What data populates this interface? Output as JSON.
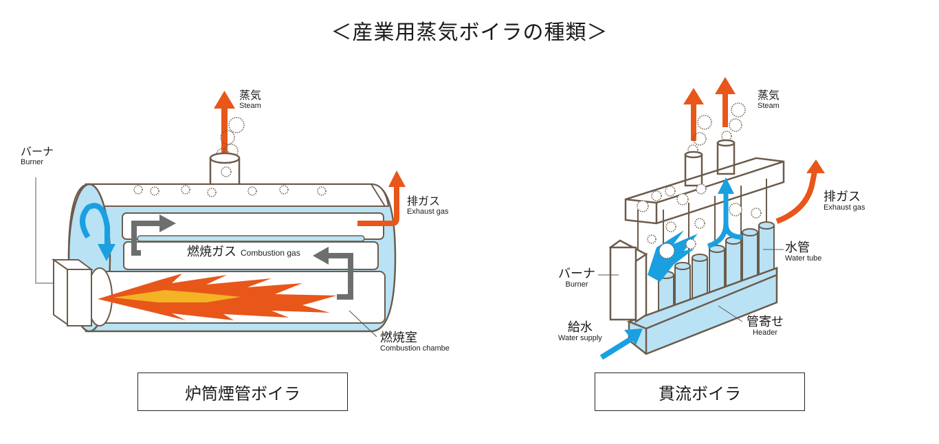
{
  "title": "＜産業用蒸気ボイラの種類＞",
  "colors": {
    "steam_arrow": "#e8561a",
    "water_blue": "#b9e2f5",
    "flow_blue": "#1aa0e0",
    "outline": "#6b5b4b",
    "gas_arrow": "#6e6e6e",
    "flame_orange": "#e8561a",
    "flame_yellow": "#f4b324"
  },
  "left_diagram": {
    "name": "炉筒煙管ボイラ",
    "labels": {
      "steam_jp": "蒸気",
      "steam_en": "Steam",
      "burner_jp": "バーナ",
      "burner_en": "Burner",
      "exhaust_jp": "排ガス",
      "exhaust_en": "Exhaust gas",
      "combustion_gas_jp": "燃焼ガス",
      "combustion_gas_en": "Combustion gas",
      "chamber_jp": "燃焼室",
      "chamber_en": "Combustion chambe"
    }
  },
  "right_diagram": {
    "name": "貫流ボイラ",
    "labels": {
      "steam_jp": "蒸気",
      "steam_en": "Steam",
      "exhaust_jp": "排ガス",
      "exhaust_en": "Exhaust gas",
      "water_tube_jp": "水管",
      "water_tube_en": "Water tube",
      "burner_jp": "バーナ",
      "burner_en": "Burner",
      "water_supply_jp": "給水",
      "water_supply_en": "Water supply",
      "header_jp": "管寄せ",
      "header_en": "Header"
    }
  }
}
